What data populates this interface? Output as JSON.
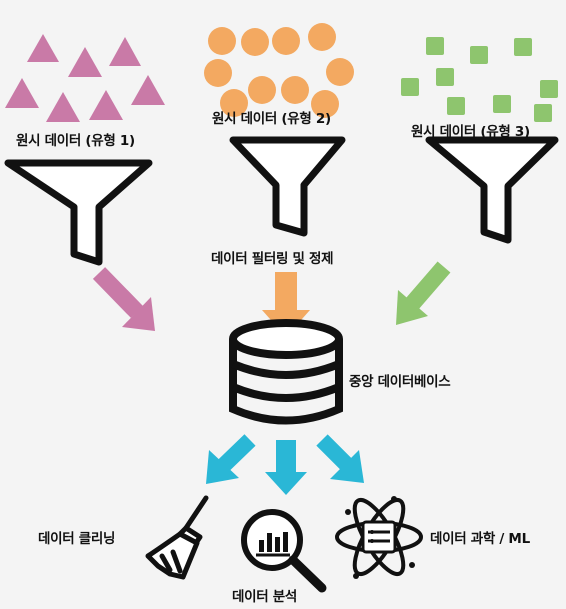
{
  "sources": [
    {
      "label": "원시 데이터 (유형 1)",
      "shape": "triangle",
      "color": "#c97aa7"
    },
    {
      "label": "원시 데이터 (유형 2)",
      "shape": "circle",
      "color": "#f3a961"
    },
    {
      "label": "원시 데이터 (유형 3)",
      "shape": "square",
      "color": "#8ec56e"
    }
  ],
  "filter_label": "데이터 필터링 및 정제",
  "database_label": "중앙 데이터베이스",
  "outputs": [
    {
      "label": "데이터 클리닝",
      "icon": "broom-icon"
    },
    {
      "label": "데이터 분석",
      "icon": "magnifier-chart-icon"
    },
    {
      "label": "데이터 과학 / ML",
      "icon": "atom-icon"
    }
  ],
  "colors": {
    "outline": "#111111",
    "down_arrows": "#2ab7d6",
    "background": "#f4f4f4"
  }
}
